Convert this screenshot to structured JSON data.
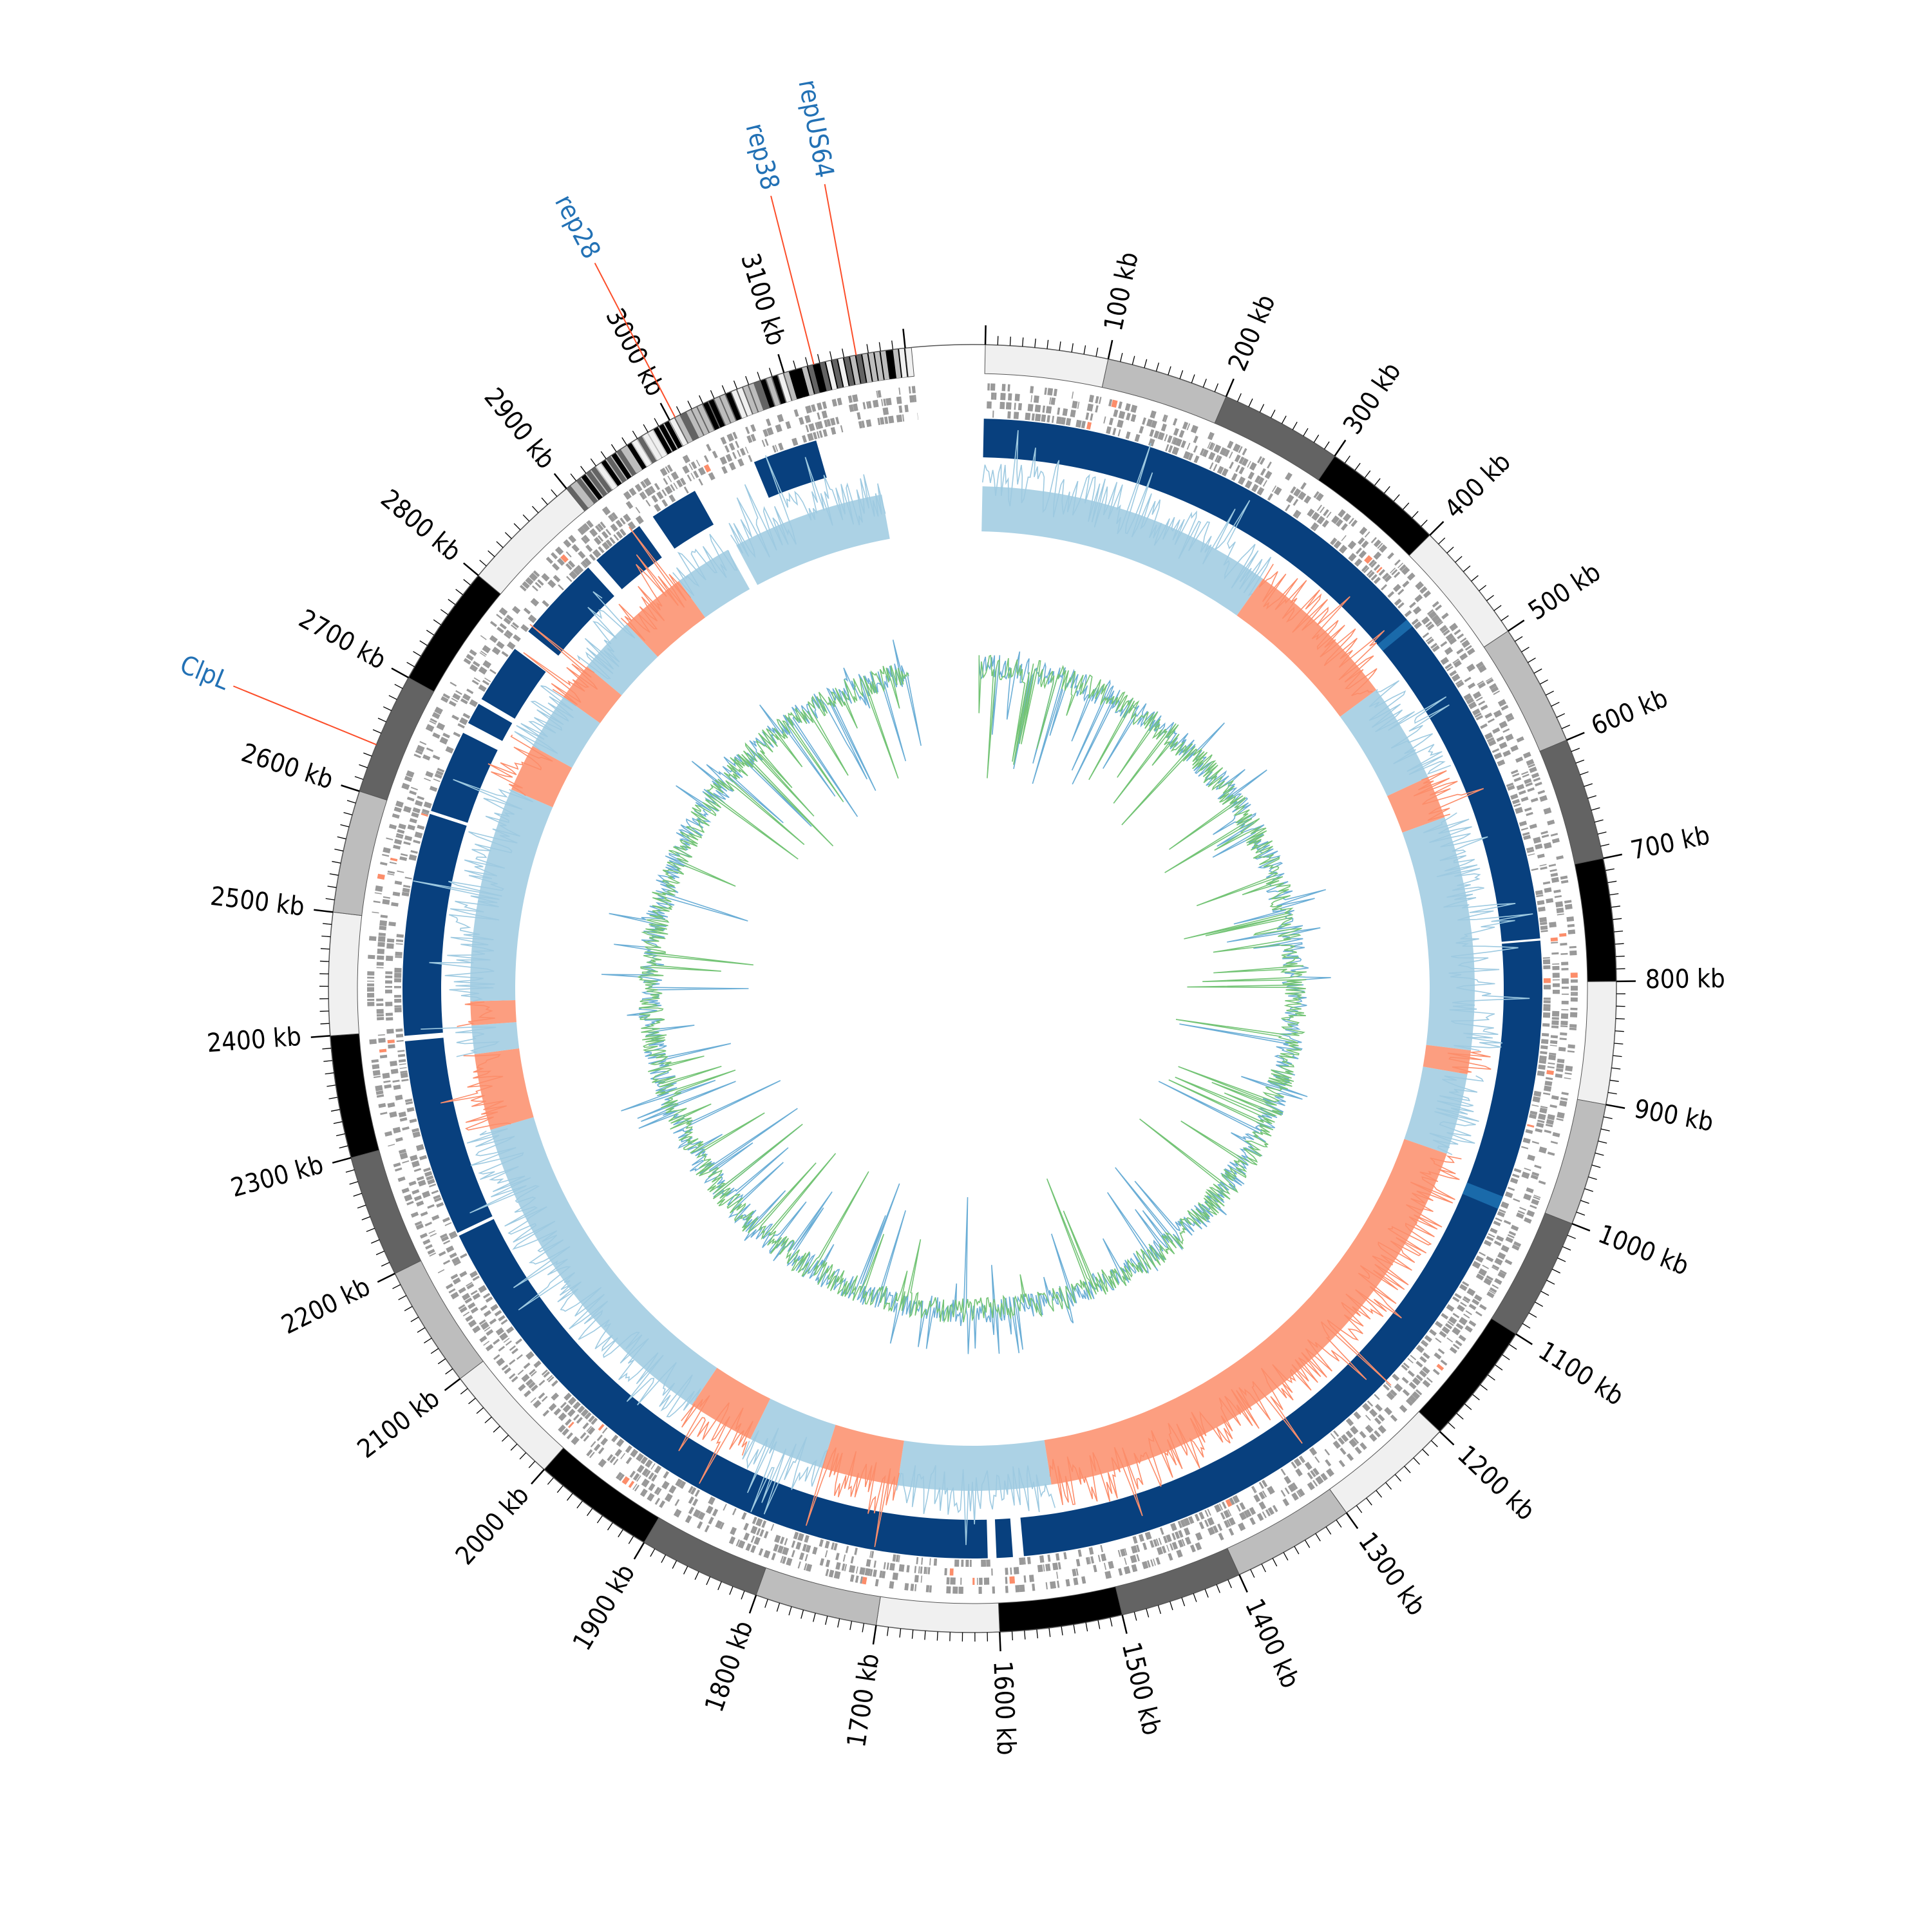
{
  "genome": {
    "scale_labels": [
      "100 kb",
      "200 kb",
      "300 kb",
      "400 kb",
      "500 kb",
      "600 kb",
      "700 kb",
      "800 kb",
      "900 kb",
      "1000 kb",
      "1100 kb",
      "1200 kb",
      "1300 kb",
      "1400 kb",
      "1500 kb",
      "1600 kb",
      "1700 kb",
      "1800 kb",
      "1900 kb",
      "2000 kb",
      "2100 kb",
      "2200 kb",
      "2300 kb",
      "2400 kb",
      "2500 kb",
      "2600 kb",
      "2700 kb",
      "2800 kb",
      "2900 kb",
      "3000 kb",
      "3100 kb"
    ],
    "gene_labels": [
      {
        "text": "repUS64",
        "kb": 3160
      },
      {
        "text": "rep38",
        "kb": 3125
      },
      {
        "text": "rep28",
        "kb": 3005
      },
      {
        "text": "ClpL",
        "kb": 2640
      }
    ],
    "colors": {
      "ideogram_shades": [
        "#f0f0f0",
        "#bdbdbd",
        "#636363",
        "#000000"
      ],
      "feature_gray": "#999999",
      "contig_blue": "#08407e",
      "contig_highlight": "#1a6aaa",
      "positive_skew": "#9ecae1",
      "negative_skew": "#fc8d6a",
      "gc_green": "#74c476",
      "gc_blue": "#6baed6",
      "label_blue": "#2271b5",
      "label_line": "#fc4e2a"
    }
  }
}
